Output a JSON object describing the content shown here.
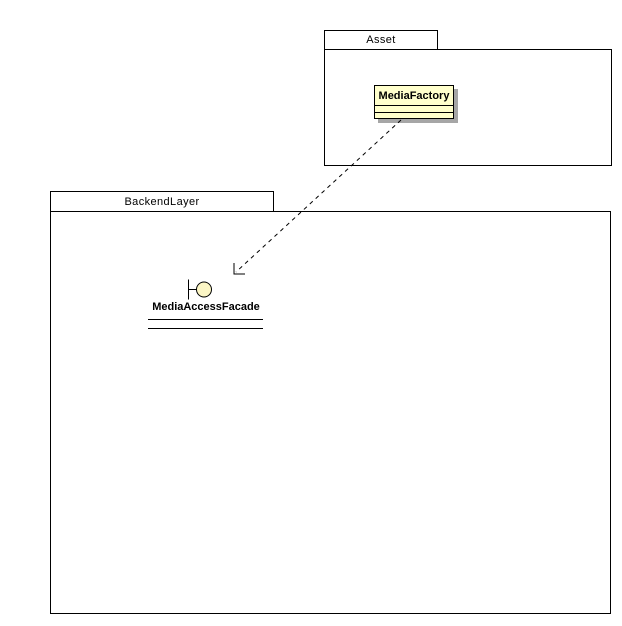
{
  "canvas": {
    "background": "#FFFFFF"
  },
  "colors": {
    "line": "#000000",
    "class_fill": "#FFFFCC",
    "ball_fill": "#FCF6C5",
    "shadow": "#A6A6A6"
  },
  "packages": {
    "asset": {
      "label": "Asset"
    },
    "backend_layer": {
      "label": "BackendLayer"
    }
  },
  "nodes": {
    "media_factory": {
      "kind": "class",
      "label": "MediaFactory"
    },
    "media_access_facade": {
      "kind": "provided-interface",
      "label": "MediaAccessFacade"
    }
  },
  "connectors": {
    "dependency": {
      "from": "MediaFactory",
      "to": "MediaAccessFacade",
      "line_style": "dashed",
      "arrowhead": "open"
    }
  }
}
